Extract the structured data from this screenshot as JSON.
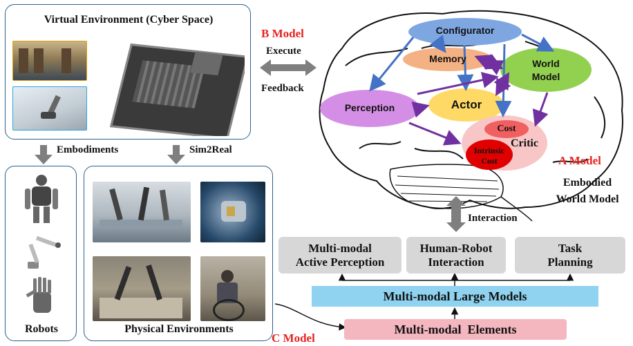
{
  "virtual_env": {
    "title": "Virtual Environment (Cyber Space)"
  },
  "b_model": {
    "label": "B Model",
    "execute": "Execute",
    "feedback": "Feedback"
  },
  "arrows": {
    "embodiments": "Embodiments",
    "sim2real": "Sim2Real",
    "interaction": "Interaction"
  },
  "robots": {
    "label": "Robots"
  },
  "physical": {
    "label": "Physical Environments"
  },
  "c_model": {
    "label": "C Model"
  },
  "a_model": {
    "label": "A Model",
    "subtitle_line1": "Embodied",
    "subtitle_line2": "World Model"
  },
  "brain": {
    "configurator": "Configurator",
    "memory": "Memory",
    "world_model_line1": "World",
    "world_model_line2": "Model",
    "perception": "Perception",
    "actor": "Actor",
    "critic": "Critic",
    "cost": "Cost",
    "intrinsic_line1": "Intrinsic",
    "intrinsic_line2": "Cost"
  },
  "tasks": {
    "perception_line1": "Multi-modal",
    "perception_line2": "Active Perception",
    "hri_line1": "Human-Robot",
    "hri_line2": "Interaction",
    "planning_line1": "Task",
    "planning_line2": "Planning"
  },
  "large_models": "Multi-modal Large Models",
  "elements": "Multi-modal  Elements",
  "colors": {
    "configurator": "#7ea6e0",
    "memory": "#f4b183",
    "world_model": "#92d050",
    "perception": "#d48ee6",
    "actor": "#ffd966",
    "critic": "#f8c6c6",
    "cost": "#f06060",
    "intrinsic": "#e00000",
    "large_models": "#8fd3f0",
    "elements": "#f4b6bf",
    "blue_arrow": "#4472c4",
    "purple_arrow": "#7030a0",
    "red_label": "#e52421"
  }
}
